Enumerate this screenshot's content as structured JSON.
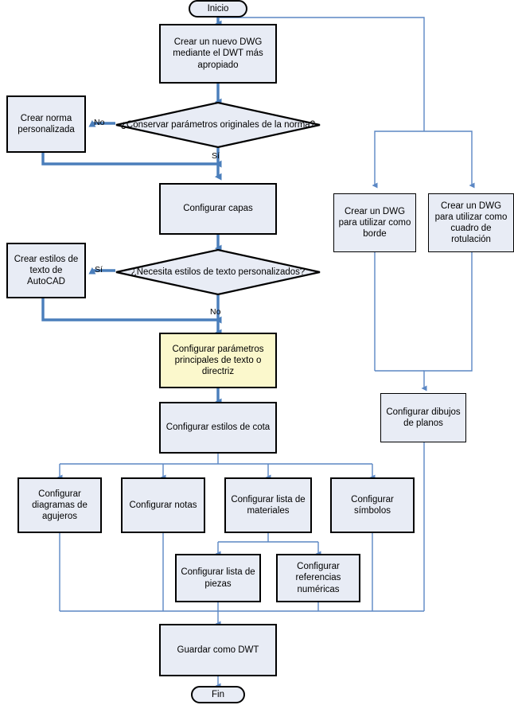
{
  "diagram": {
    "title": "Flujo de creacion de plantilla DWT",
    "colors": {
      "node_fill": "#e8ecf5",
      "highlight_fill": "#fbf8cc",
      "node_border": "#000000",
      "connector_thick": "#4a7ebb",
      "connector_thin": "#5b87c4",
      "background": "#ffffff"
    }
  },
  "nodes": {
    "start": {
      "label": "Inicio",
      "shape": "terminator"
    },
    "create_dwg": {
      "label": "Crear un nuevo DWG mediante el DWT más apropiado",
      "shape": "process"
    },
    "decision_norma": {
      "label": "¿Conservar parámetros originales de la norma?",
      "shape": "decision"
    },
    "crear_norma": {
      "label": "Crear norma personalizada",
      "shape": "process"
    },
    "configurar_capas": {
      "label": "Configurar capas",
      "shape": "process"
    },
    "decision_estilos": {
      "label": "¿Necesita estilos de texto personalizados?",
      "shape": "decision"
    },
    "crear_estilos_texto": {
      "label": "Crear estilos de texto de AutoCAD",
      "shape": "process"
    },
    "config_param_texto": {
      "label": "Configurar parámetros principales de texto o directriz",
      "shape": "process-highlight"
    },
    "config_estilos_cota": {
      "label": "Configurar estilos de cota",
      "shape": "process"
    },
    "config_diagramas": {
      "label": "Configurar diagramas de agujeros",
      "shape": "process"
    },
    "config_notas": {
      "label": "Configurar notas",
      "shape": "process"
    },
    "config_lista_materiales": {
      "label": "Configurar lista de materiales",
      "shape": "process"
    },
    "config_simbolos": {
      "label": "Configurar símbolos",
      "shape": "process"
    },
    "config_lista_piezas": {
      "label": "Configurar lista de piezas",
      "shape": "process"
    },
    "config_referencias": {
      "label": "Configurar referencias numéricas",
      "shape": "process"
    },
    "dwg_borde": {
      "label": "Crear un DWG para utilizar como borde",
      "shape": "process-thin"
    },
    "dwg_rotulacion": {
      "label": "Crear un DWG para utilizar como cuadro de rotulación",
      "shape": "process-thin"
    },
    "config_dibujos_planos": {
      "label": "Configurar dibujos de planos",
      "shape": "process-thin"
    },
    "guardar": {
      "label": "Guardar como DWT",
      "shape": "process"
    },
    "end": {
      "label": "Fin",
      "shape": "terminator"
    }
  },
  "edge_labels": {
    "norma_no": "No",
    "norma_si": "Sí",
    "estilos_si": "Sí",
    "estilos_no": "No"
  }
}
